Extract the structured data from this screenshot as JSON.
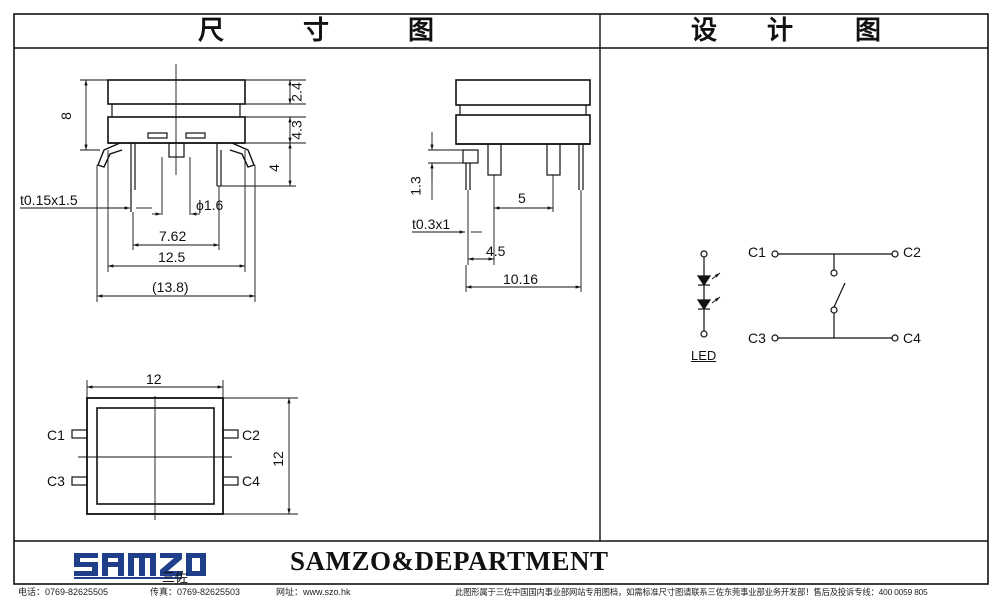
{
  "header": {
    "left_chars": [
      "尺",
      "寸",
      "图"
    ],
    "right_chars": [
      "设",
      "计",
      "图"
    ]
  },
  "side_view": {
    "dims": {
      "height_total": "8",
      "cap_height": "2.4",
      "body_height": "4.3",
      "pin_length": "4",
      "pin_thickness": "t0.15x1.5",
      "led_pin_dia": "ϕ1.6",
      "pin_span": "7.62",
      "body_width": "12.5",
      "overall_width": "(13.8)"
    }
  },
  "end_view": {
    "dims": {
      "lead_offset": "1.3",
      "lead_thickness": "t0.3x1",
      "pin_pitch": "5",
      "led_pitch": "4.5",
      "overall_width": "10.16"
    }
  },
  "top_view": {
    "dims": {
      "width": "12",
      "height": "12"
    },
    "pins": [
      "C1",
      "C2",
      "C3",
      "C4"
    ]
  },
  "schematic": {
    "terminals": [
      "C1",
      "C2",
      "C3",
      "C4"
    ],
    "led_label": "LED"
  },
  "footer": {
    "brand": "SAMZO&DEPARTMENT",
    "logo_sub": "三佐",
    "phone": "电话：0769-82625505",
    "fax": "传真：0769-82625503",
    "website": "网址：www.szo.hk",
    "notice": "此图形属于三佐中国国内事业部网站专用图档，如需标准尺寸图请联系三佐东莞事业部业务开发部！售后及投诉专线：400 0059 805"
  }
}
